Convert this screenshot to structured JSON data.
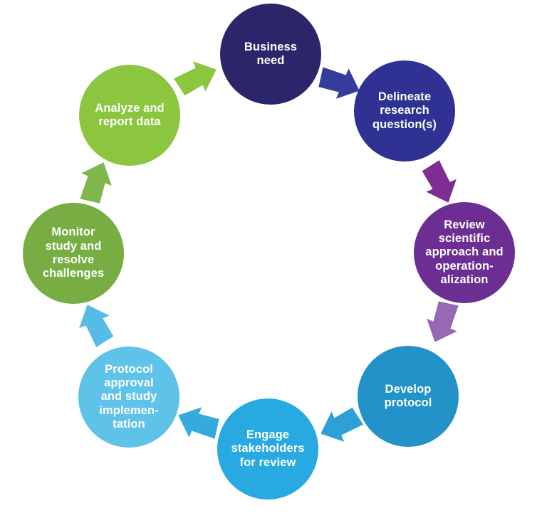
{
  "diagram": {
    "type": "cycle",
    "background": "#ffffff",
    "label_text_color": "#ffffff"
  },
  "nodes": [
    {
      "id": "business-need",
      "label": "Business\nneed",
      "color": "#2b2669"
    },
    {
      "id": "delineate-questions",
      "label": "Delineate\nresearch\nquestion(s)",
      "color": "#2f3293"
    },
    {
      "id": "review-approach",
      "label": "Review\nscientific\napproach and\noperation-\nalization",
      "color": "#6c2e92"
    },
    {
      "id": "develop-protocol",
      "label": "Develop\nprotocol",
      "color": "#2392c9"
    },
    {
      "id": "engage-stakeholders",
      "label": "Engage\nstakeholders\nfor review",
      "color": "#29a9e1"
    },
    {
      "id": "protocol-approval",
      "label": "Protocol\napproval\nand study\nimplemen-\ntation",
      "color": "#5fc2e8"
    },
    {
      "id": "monitor-study",
      "label": "Monitor\nstudy and\nresolve\nchallenges",
      "color": "#78ad43"
    },
    {
      "id": "analyze-report",
      "label": "Analyze and\nreport data",
      "color": "#8cc63f"
    }
  ],
  "arrows": [
    {
      "id": "business-to-delineate",
      "from": "business-need",
      "to": "delineate-questions",
      "color": "#353c9b"
    },
    {
      "id": "delineate-to-review",
      "from": "delineate-questions",
      "to": "review-approach",
      "color": "#7e2d93"
    },
    {
      "id": "review-to-develop",
      "from": "review-approach",
      "to": "develop-protocol",
      "color": "#9768b3"
    },
    {
      "id": "develop-to-engage",
      "from": "develop-protocol",
      "to": "engage-stakeholders",
      "color": "#2da0d8"
    },
    {
      "id": "engage-to-approval",
      "from": "engage-stakeholders",
      "to": "protocol-approval",
      "color": "#35aadd"
    },
    {
      "id": "approval-to-monitor",
      "from": "protocol-approval",
      "to": "monitor-study",
      "color": "#55bce7"
    },
    {
      "id": "monitor-to-analyze",
      "from": "monitor-study",
      "to": "analyze-report",
      "color": "#7eb74a"
    },
    {
      "id": "analyze-to-business",
      "from": "analyze-report",
      "to": "business-need",
      "color": "#8cc63f"
    }
  ]
}
